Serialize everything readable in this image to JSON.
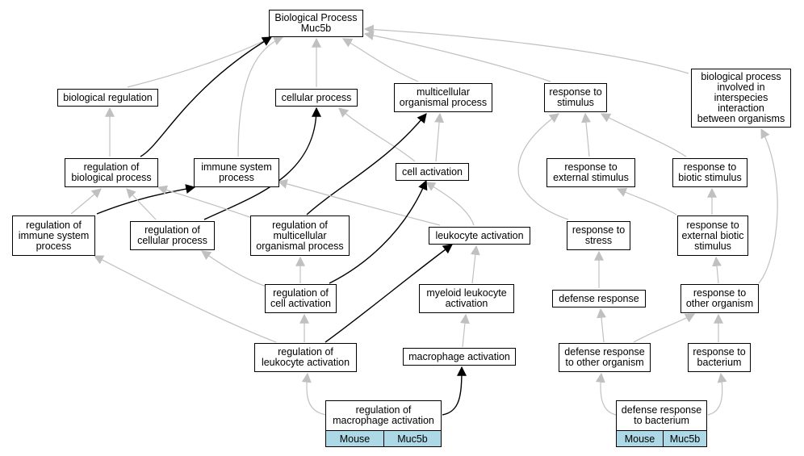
{
  "colors": {
    "edge_gray": "#c0c0c0",
    "edge_black": "#000000",
    "tag_fill": "#add8e6"
  },
  "nodes": {
    "root": {
      "lines": [
        "Biological Process",
        "Muc5b"
      ]
    },
    "bioreg": {
      "lines": [
        "biological regulation"
      ]
    },
    "cellproc": {
      "lines": [
        "cellular process"
      ]
    },
    "multiproc": {
      "lines": [
        "multicellular",
        "organismal process"
      ]
    },
    "resp": {
      "lines": [
        "response to",
        "stimulus"
      ]
    },
    "interspec": {
      "lines": [
        "biological process",
        "involved in",
        "interspecies",
        "interaction",
        "between organisms"
      ]
    },
    "regbio": {
      "lines": [
        "regulation of",
        "biological process"
      ]
    },
    "immsys": {
      "lines": [
        "immune system",
        "process"
      ]
    },
    "cellact": {
      "lines": [
        "cell activation"
      ]
    },
    "respext": {
      "lines": [
        "response to",
        "external stimulus"
      ]
    },
    "respbio": {
      "lines": [
        "response to",
        "biotic stimulus"
      ]
    },
    "regimm": {
      "lines": [
        "regulation of",
        "immune system",
        "process"
      ]
    },
    "regcell": {
      "lines": [
        "regulation of",
        "cellular process"
      ]
    },
    "regmulti": {
      "lines": [
        "regulation of",
        "multicellular",
        "organismal process"
      ]
    },
    "leukact": {
      "lines": [
        "leukocyte activation"
      ]
    },
    "respstress": {
      "lines": [
        "response to",
        "stress"
      ]
    },
    "respextbio": {
      "lines": [
        "response to",
        "external biotic",
        "stimulus"
      ]
    },
    "regcellact": {
      "lines": [
        "regulation of",
        "cell activation"
      ]
    },
    "myeloid": {
      "lines": [
        "myeloid leukocyte",
        "activation"
      ]
    },
    "defresp": {
      "lines": [
        "defense response"
      ]
    },
    "respother": {
      "lines": [
        "response to",
        "other organism"
      ]
    },
    "regleuk": {
      "lines": [
        "regulation of",
        "leukocyte activation"
      ]
    },
    "macroact": {
      "lines": [
        "macrophage activation"
      ]
    },
    "defother": {
      "lines": [
        "defense response",
        "to other organism"
      ]
    },
    "respbact": {
      "lines": [
        "response to",
        "bacterium"
      ]
    },
    "regmacro": {
      "lines": [
        "regulation of",
        "macrophage activation"
      ]
    },
    "defbact": {
      "lines": [
        "defense response",
        "to bacterium"
      ]
    }
  },
  "annotations": {
    "regmacro": {
      "organism": "Mouse",
      "gene": "Muc5b"
    },
    "defbact": {
      "organism": "Mouse",
      "gene": "Muc5b"
    }
  }
}
